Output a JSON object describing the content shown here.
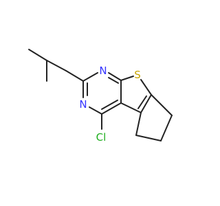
{
  "molecule": {
    "atoms": {
      "n1": "N",
      "n3": "N",
      "s": "S",
      "cl": "Cl"
    },
    "colors": {
      "bond": "#222222",
      "nitrogen": "#3333ff",
      "sulfur": "#c8a400",
      "chlorine": "#1fae1f"
    }
  }
}
